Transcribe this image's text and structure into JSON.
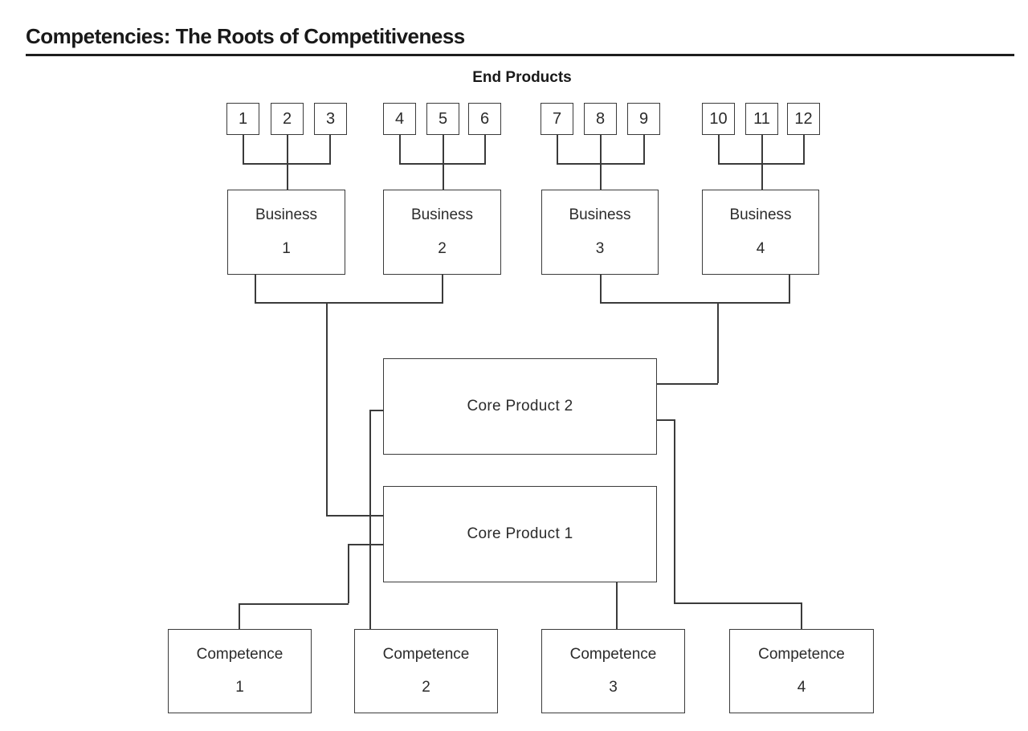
{
  "header": {
    "title": "Competencies: The Roots of Competitiveness",
    "section_label": "End Products"
  },
  "end_products": {
    "items": [
      "1",
      "2",
      "3",
      "4",
      "5",
      "6",
      "7",
      "8",
      "9",
      "10",
      "11",
      "12"
    ]
  },
  "businesses": [
    {
      "label": "Business",
      "number": "1"
    },
    {
      "label": "Business",
      "number": "2"
    },
    {
      "label": "Business",
      "number": "3"
    },
    {
      "label": "Business",
      "number": "4"
    }
  ],
  "core_products": {
    "product2": "Core Product 2",
    "product1": "Core Product 1"
  },
  "competences": [
    {
      "label": "Competence",
      "number": "1"
    },
    {
      "label": "Competence",
      "number": "2"
    },
    {
      "label": "Competence",
      "number": "3"
    },
    {
      "label": "Competence",
      "number": "4"
    }
  ]
}
